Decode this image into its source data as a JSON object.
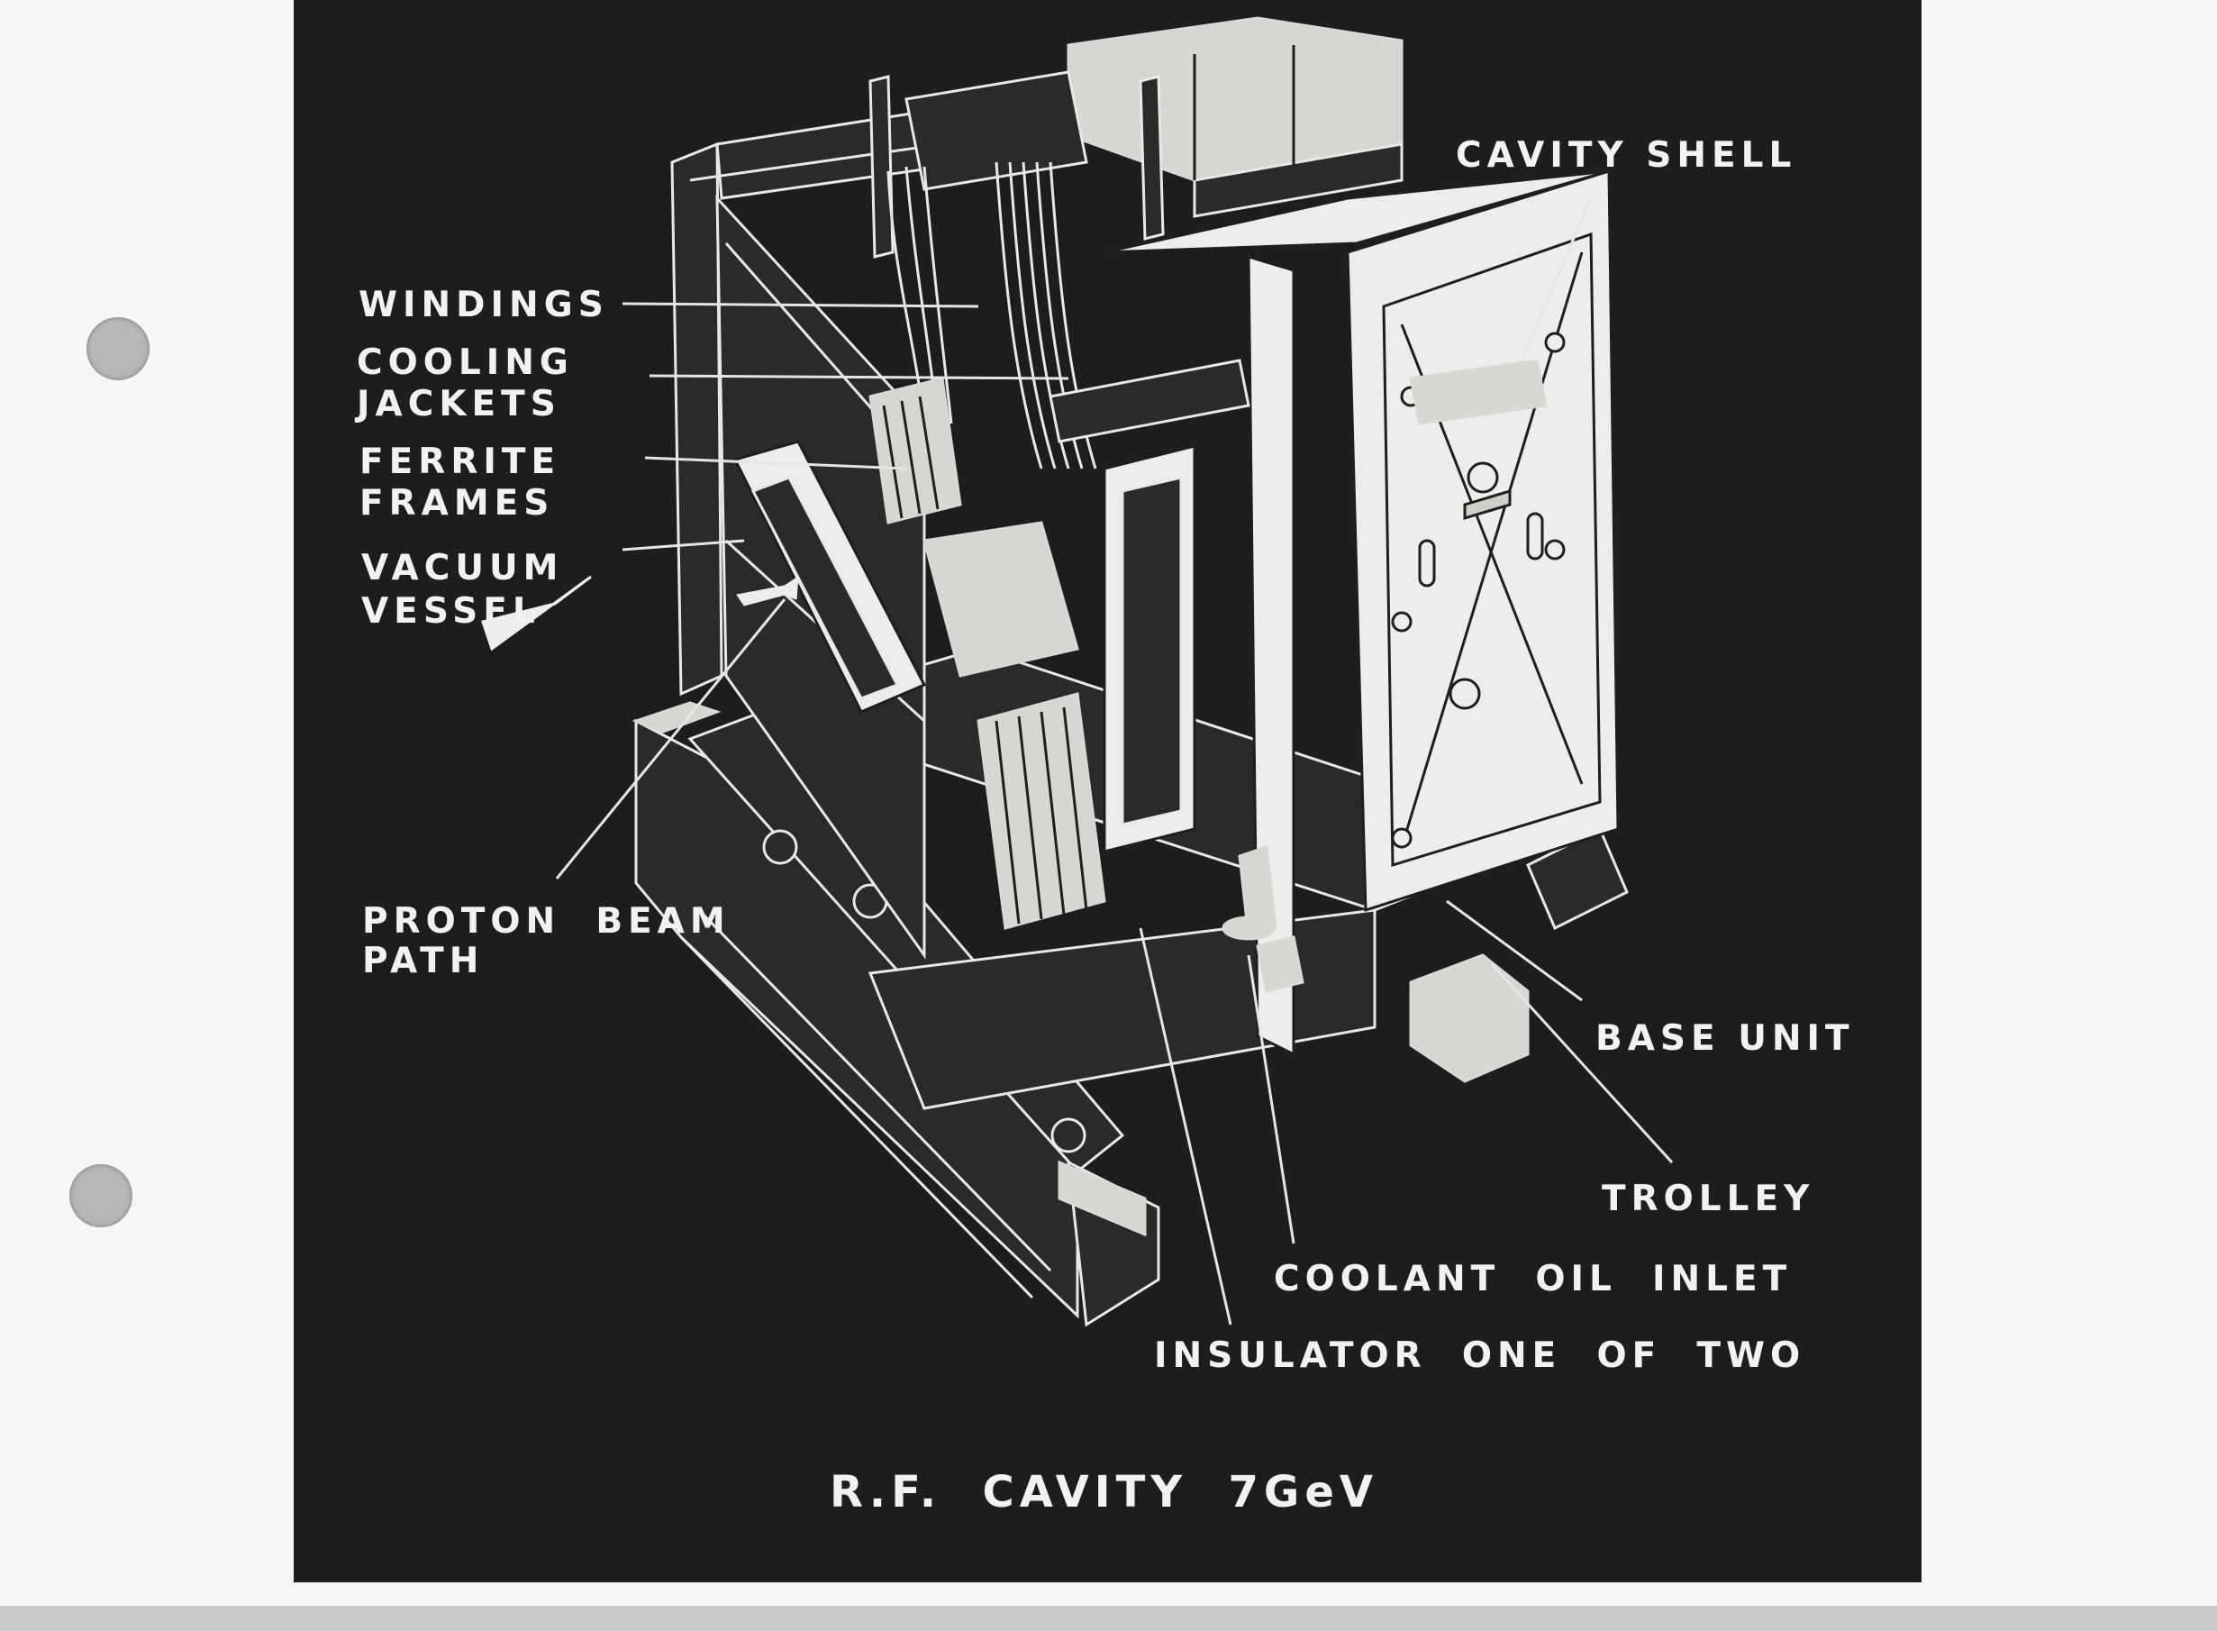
{
  "labels": {
    "windings": "WINDINGS",
    "cooling_1": "COOLING",
    "cooling_2": "JACKETS",
    "ferrite_1": "FERRITE",
    "ferrite_2": "FRAMES",
    "vacuum_1": "VACUUM",
    "vacuum_2": "VESSEL",
    "proton_1": "PROTON  BEAM",
    "proton_2": "PATH",
    "cavity_shell": "CAVITY SHELL",
    "base_unit": "BASE UNIT",
    "trolley": "TROLLEY",
    "coolant": "COOLANT  OIL  INLET",
    "insulator": "INSULATOR  ONE  OF  TWO"
  },
  "title": "R.F.  CAVITY  7GeV",
  "colors": {
    "plate_background": "#1d1d1d",
    "line_art": "#e8e8e6",
    "paper": "#f6f6f4",
    "punch_hole": "#b9b7b6"
  }
}
